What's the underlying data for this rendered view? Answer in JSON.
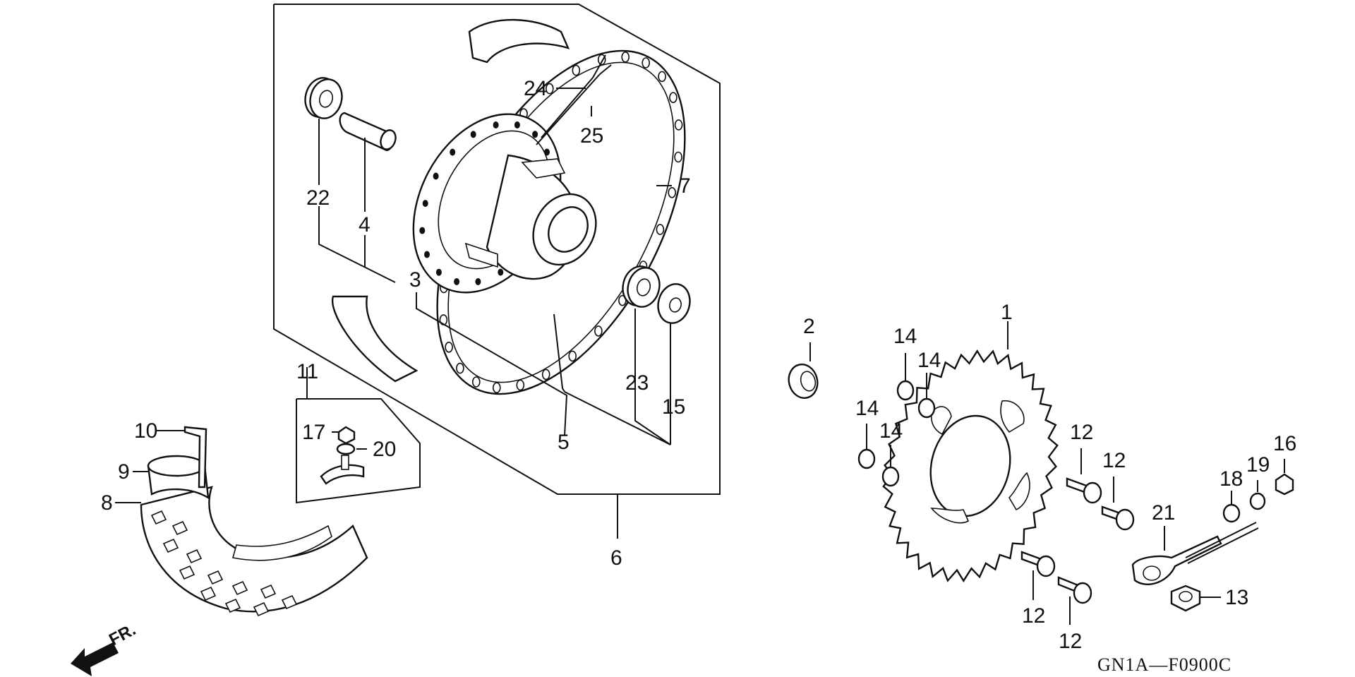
{
  "drawing_code": "GN1A—F0900C",
  "front_indicator": "FR.",
  "callouts": [
    {
      "id": "c1",
      "text": "1"
    },
    {
      "id": "c2",
      "text": "2"
    },
    {
      "id": "c3",
      "text": "3"
    },
    {
      "id": "c4",
      "text": "4"
    },
    {
      "id": "c5",
      "text": "5"
    },
    {
      "id": "c6",
      "text": "6"
    },
    {
      "id": "c7",
      "text": "7"
    },
    {
      "id": "c8",
      "text": "8"
    },
    {
      "id": "c9",
      "text": "9"
    },
    {
      "id": "c10",
      "text": "10"
    },
    {
      "id": "c11",
      "text": "11"
    },
    {
      "id": "c12a",
      "text": "12"
    },
    {
      "id": "c12b",
      "text": "12"
    },
    {
      "id": "c12c",
      "text": "12"
    },
    {
      "id": "c12d",
      "text": "12"
    },
    {
      "id": "c13",
      "text": "13"
    },
    {
      "id": "c14a",
      "text": "14"
    },
    {
      "id": "c14b",
      "text": "14"
    },
    {
      "id": "c14c",
      "text": "14"
    },
    {
      "id": "c14d",
      "text": "14"
    },
    {
      "id": "c15",
      "text": "15"
    },
    {
      "id": "c16",
      "text": "16"
    },
    {
      "id": "c17",
      "text": "17"
    },
    {
      "id": "c18",
      "text": "18"
    },
    {
      "id": "c19",
      "text": "19"
    },
    {
      "id": "c20",
      "text": "20"
    },
    {
      "id": "c21",
      "text": "21"
    },
    {
      "id": "c22",
      "text": "22"
    },
    {
      "id": "c23",
      "text": "23"
    },
    {
      "id": "c24",
      "text": "24"
    },
    {
      "id": "c25",
      "text": "25"
    }
  ]
}
